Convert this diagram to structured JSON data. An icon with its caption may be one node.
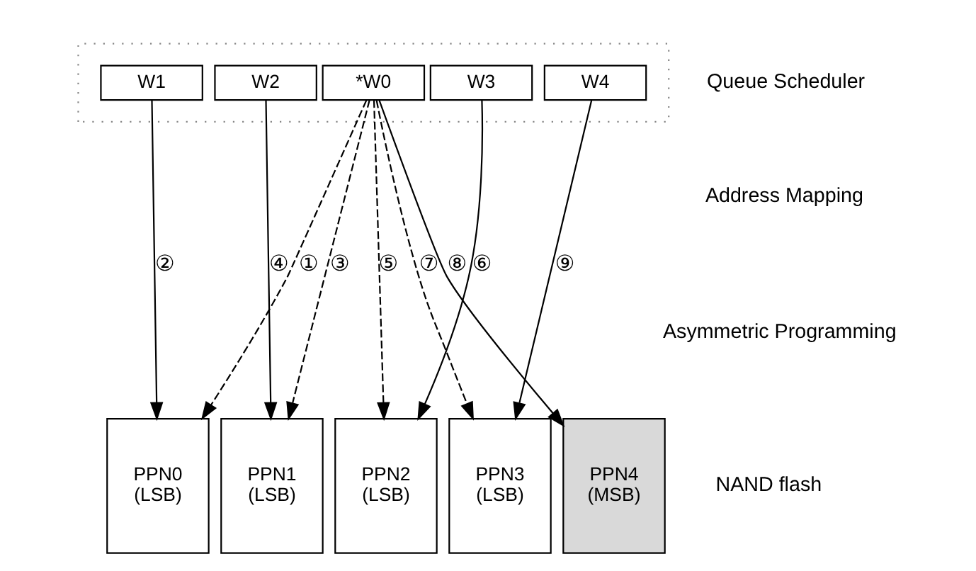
{
  "diagram": {
    "nodes": [
      {
        "text": [],
        "shape": "box"
      },
      {
        "text": [
          "*W0"
        ],
        "in": 0
      },
      {
        "text": [
          "W1"
        ],
        "in": 0
      },
      {
        "text": [
          "W2"
        ],
        "in": 0
      },
      {
        "text": [
          "W3"
        ],
        "in": 0
      },
      {
        "text": [
          "W4"
        ],
        "in": 0
      },
      {
        "text": [
          "PPN0",
          "(LSB)"
        ]
      },
      {
        "text": [
          "PPN1",
          "(LSB)"
        ]
      },
      {
        "text": [
          "PPN2",
          "(LSB)"
        ]
      },
      {
        "text": [
          "PPN3",
          "(LSB)"
        ]
      },
      {
        "text": [
          "PPN4",
          "(MSB)"
        ]
      }
    ],
    "edges": [
      {
        "from": 1,
        "to": 6,
        "arrow": "to",
        "label": "①",
        "style": "dashed"
      },
      {
        "from": 2,
        "to": 6,
        "arrow": "to",
        "label": "②"
      },
      {
        "from": 1,
        "to": 7,
        "arrow": "to",
        "label": "③",
        "style": "dashed"
      },
      {
        "from": 3,
        "to": 7,
        "arrow": "to",
        "label": "④"
      },
      {
        "from": 1,
        "to": 8,
        "arrow": "to",
        "label": "⑤",
        "style": "dashed"
      },
      {
        "from": 4,
        "to": 8,
        "arrow": "to",
        "label": "⑥"
      },
      {
        "from": 1,
        "to": 9,
        "arrow": "to",
        "label": "⑦",
        "style": "dashed"
      },
      {
        "from": 1,
        "to": 10,
        "arrow": "to",
        "label": "⑧"
      },
      {
        "from": 5,
        "to": 9,
        "arrow": "to",
        "label": "⑨"
      }
    ],
    "labels": [
      "Queue Scheduler",
      "Address Mapping",
      "Asymmetric Programming",
      "NAND flash"
    ]
  }
}
